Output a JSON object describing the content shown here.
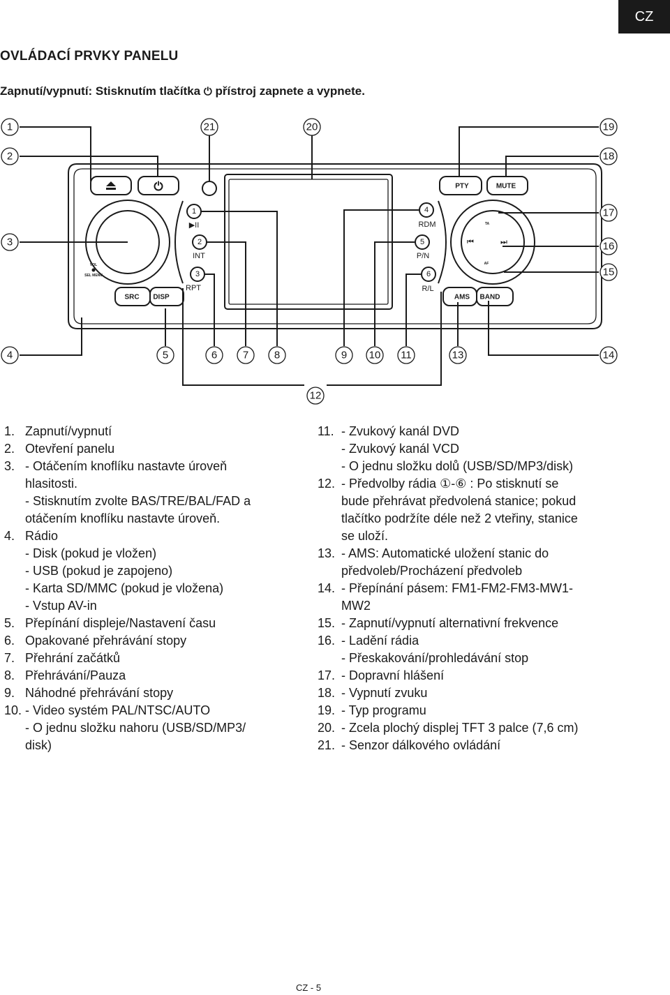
{
  "lang_badge": "CZ",
  "section_title": "OVLÁDACÍ PRVKY PANELU",
  "subtitle": {
    "before": "Zapnutí/vypnutí: Stisknutím tlačítka ",
    "symbol": "⏻",
    "after": " přístroj zapnete a vypnete."
  },
  "diagram": {
    "callouts": [
      "1",
      "2",
      "3",
      "4",
      "5",
      "6",
      "7",
      "8",
      "9",
      "10",
      "11",
      "12",
      "13",
      "14",
      "15",
      "16",
      "17",
      "18",
      "19",
      "20",
      "21"
    ],
    "button_labels": {
      "src": "SRC",
      "disp": "DISP",
      "pty": "PTY",
      "mute": "MUTE",
      "ams": "AMS",
      "band": "BAND",
      "preset_1": "1",
      "preset_2": "2",
      "preset_3": "3",
      "preset_4": "4",
      "preset_5": "5",
      "preset_6": "6",
      "play_pause": "▶II",
      "int": "INT",
      "rpt": "RPT",
      "rdm": "RDM",
      "pn": "P/N",
      "rl": "R/L",
      "ta": "TA",
      "af": "AF",
      "prev": "⏮",
      "next": "⏭",
      "vol": "VOL",
      "sel_menu": "SEL MENU"
    }
  },
  "left_items": [
    {
      "num": "1.",
      "lines": [
        "Zapnutí/vypnutí"
      ]
    },
    {
      "num": "2.",
      "lines": [
        "Otevření panelu"
      ]
    },
    {
      "num": "3.",
      "lines": [
        "- Otáčením knoflíku nastavte úroveň",
        "hlasitosti.",
        "- Stisknutím zvolte BAS/TRE/BAL/FAD a",
        "otáčením knoflíku nastavte úroveň."
      ]
    },
    {
      "num": "4.",
      "lines": [
        "Rádio",
        "- Disk (pokud je vložen)",
        "- USB (pokud je zapojeno)",
        "- Karta SD/MMC (pokud je vložena)",
        "- Vstup AV-in"
      ]
    },
    {
      "num": "5.",
      "lines": [
        "Přepínání displeje/Nastavení času"
      ]
    },
    {
      "num": "6.",
      "lines": [
        "Opakované přehrávání stopy"
      ]
    },
    {
      "num": "7.",
      "lines": [
        "Přehrání začátků"
      ]
    },
    {
      "num": "8.",
      "lines": [
        "Přehrávání/Pauza"
      ]
    },
    {
      "num": "9.",
      "lines": [
        "Náhodné přehrávání stopy"
      ]
    },
    {
      "num": "10.",
      "lines": [
        "- Video systém PAL/NTSC/AUTO",
        "- O jednu složku nahoru (USB/SD/MP3/",
        "disk)"
      ]
    }
  ],
  "right_items": [
    {
      "num": "11.",
      "lines": [
        "- Zvukový kanál DVD",
        "- Zvukový kanál VCD",
        "- O jednu složku dolů (USB/SD/MP3/disk)"
      ]
    },
    {
      "num": "12.",
      "lines": [
        "- Předvolby rádia ①-⑥ : Po stisknutí se",
        "bude přehrávat předvolená stanice; pokud",
        "tlačítko podržíte déle než 2 vteřiny,  stanice",
        "se uloží."
      ]
    },
    {
      "num": "13.",
      "lines": [
        "- AMS: Automatické uložení stanic do",
        "předvoleb/Procházení předvoleb"
      ]
    },
    {
      "num": "14.",
      "lines": [
        "- Přepínání pásem: FM1-FM2-FM3-MW1-",
        "MW2"
      ]
    },
    {
      "num": "15.",
      "lines": [
        "- Zapnutí/vypnutí alternativní frekvence"
      ]
    },
    {
      "num": "16.",
      "lines": [
        "- Ladění rádia",
        "- Přeskakování/prohledávání stop"
      ]
    },
    {
      "num": "17.",
      "lines": [
        "- Dopravní hlášení"
      ]
    },
    {
      "num": "18.",
      "lines": [
        "- Vypnutí zvuku"
      ]
    },
    {
      "num": "19.",
      "lines": [
        "- Typ programu"
      ]
    },
    {
      "num": "20.",
      "lines": [
        "- Zcela plochý displej TFT 3 palce (7,6 cm)"
      ]
    },
    {
      "num": "21.",
      "lines": [
        "- Senzor dálkového ovládání"
      ]
    }
  ],
  "footer": "CZ - 5"
}
